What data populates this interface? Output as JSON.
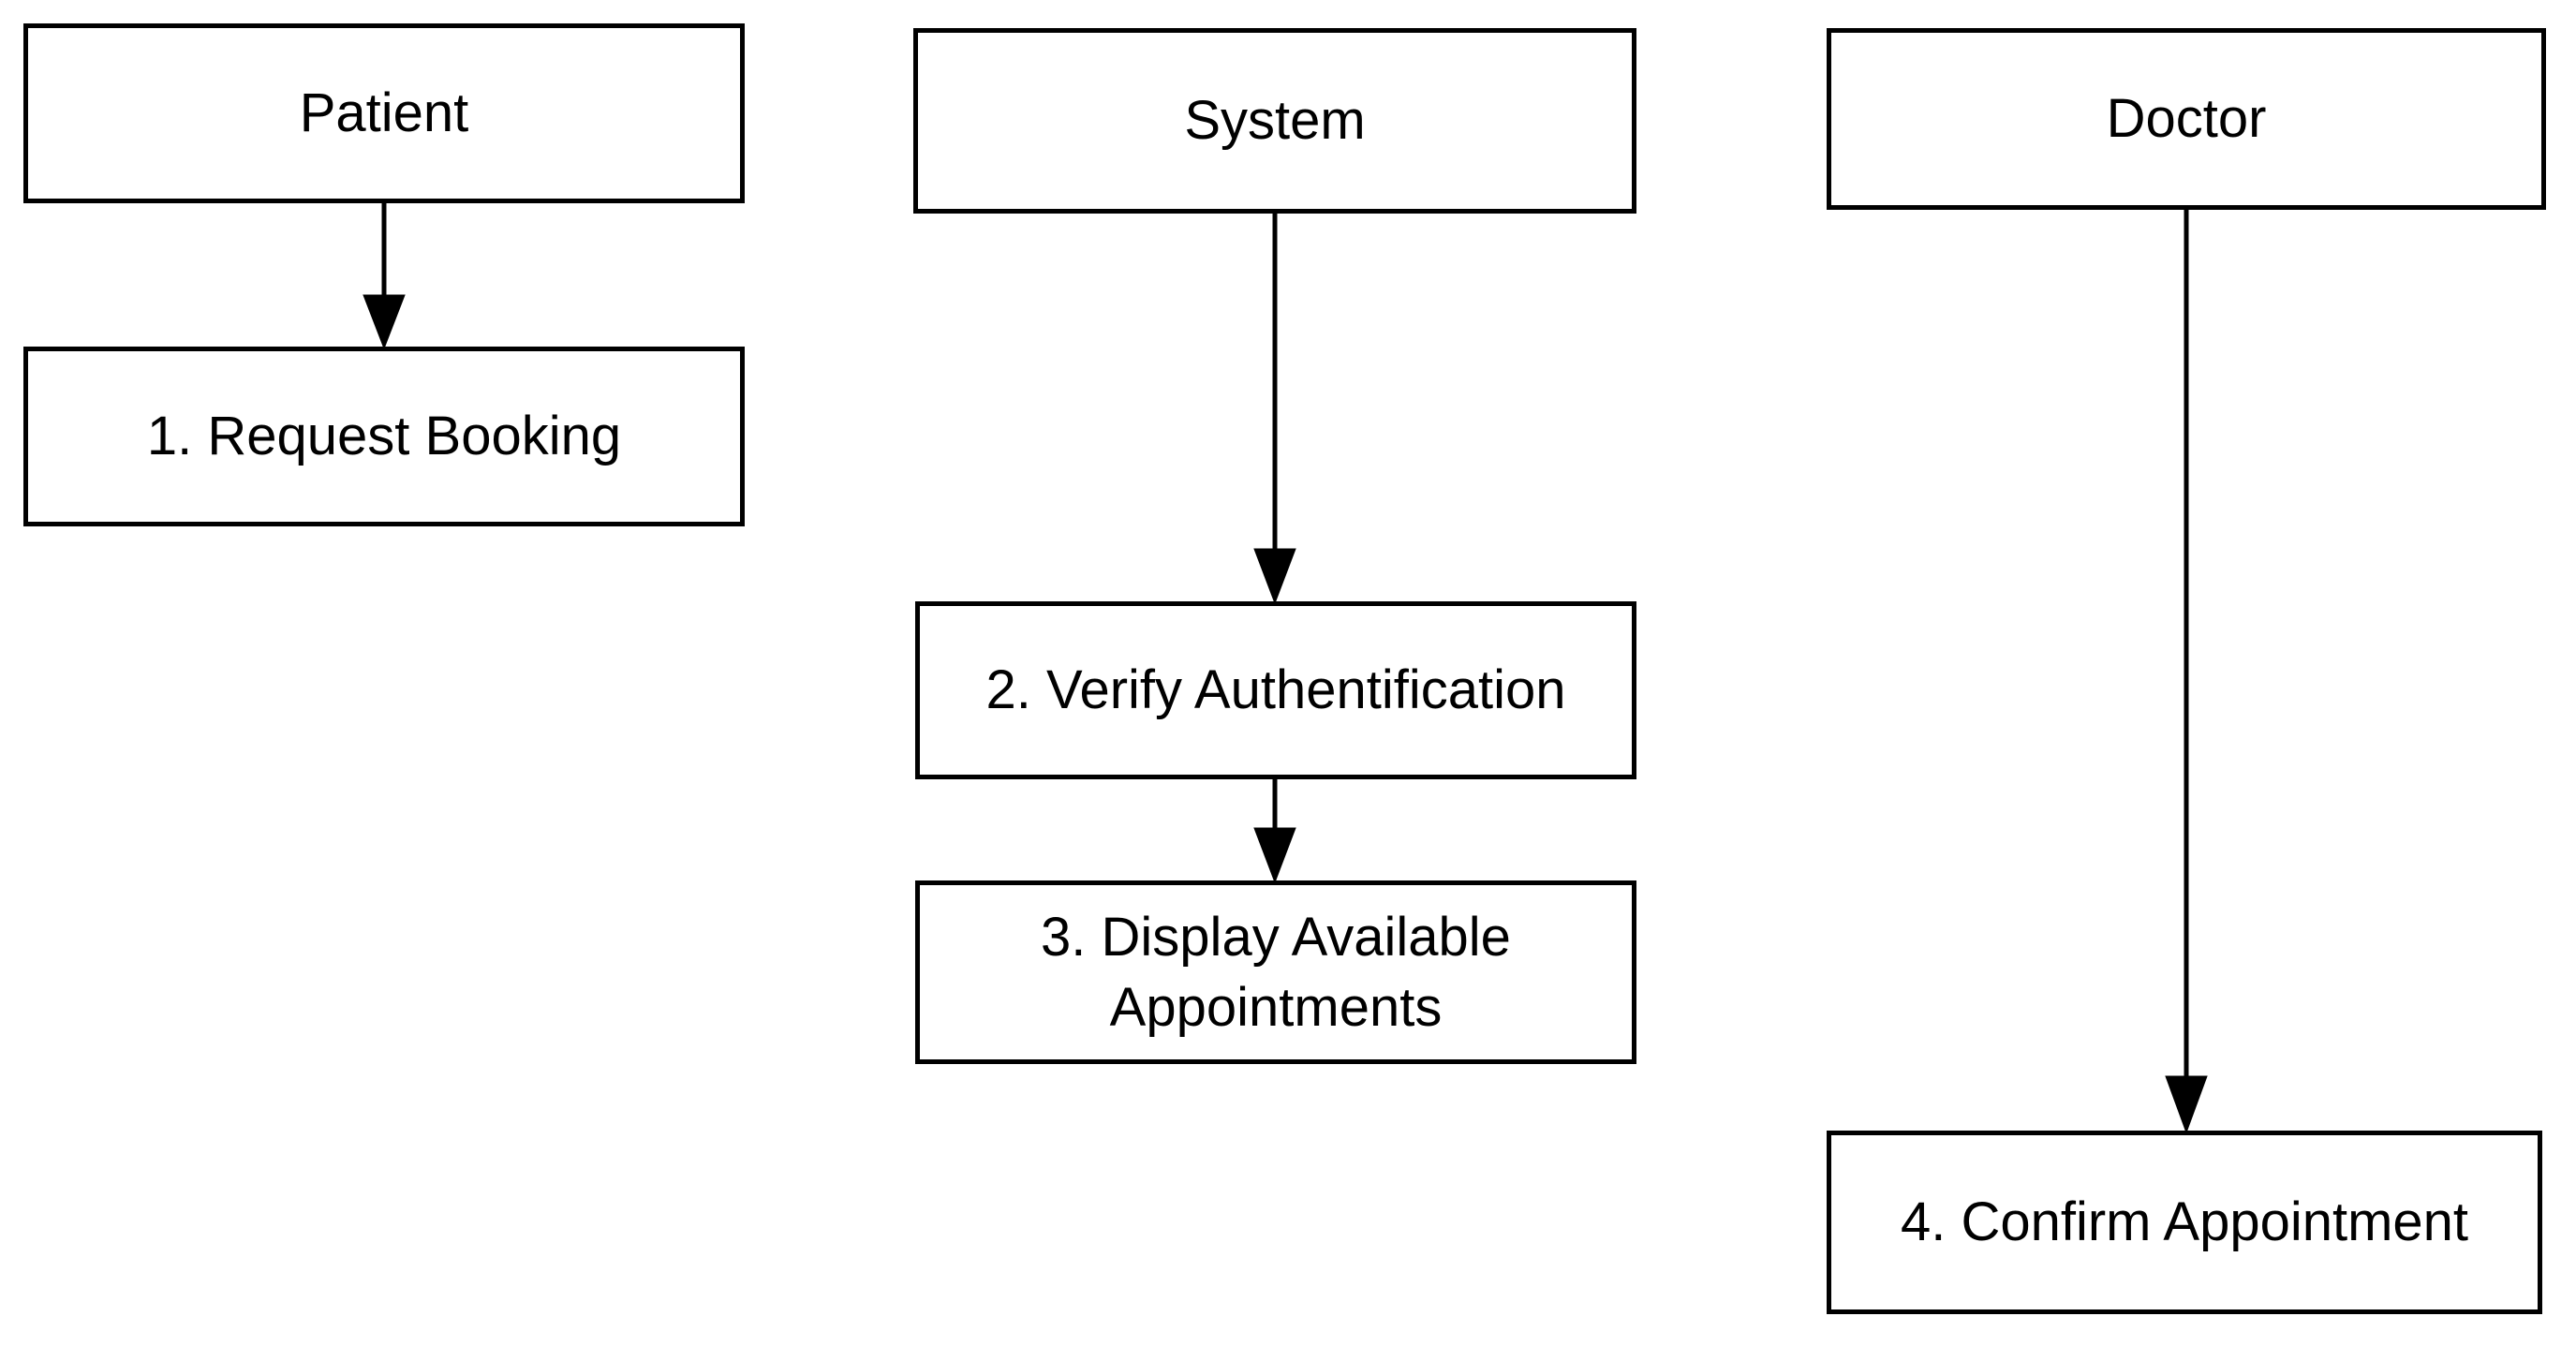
{
  "diagram": {
    "type": "flowchart",
    "colors": {
      "background": "#ffffff",
      "stroke": "#000000",
      "text": "#000000",
      "box_fill": "#ffffff"
    },
    "lanes": [
      {
        "id": "patient",
        "actor_label": "Patient",
        "steps": [
          {
            "label": "1. Request Booking"
          }
        ]
      },
      {
        "id": "system",
        "actor_label": "System",
        "steps": [
          {
            "label": "2. Verify Authentification"
          },
          {
            "label": "3. Display Available Appointments"
          }
        ]
      },
      {
        "id": "doctor",
        "actor_label": "Doctor",
        "steps": [
          {
            "label": "4. Confirm Appointment"
          }
        ]
      }
    ],
    "arrows": [
      {
        "from": "Patient",
        "to": "1. Request Booking"
      },
      {
        "from": "System",
        "to": "2. Verify Authentification"
      },
      {
        "from": "2. Verify Authentification",
        "to": "3. Display Available Appointments"
      },
      {
        "from": "Doctor",
        "to": "4. Confirm Appointment"
      }
    ]
  }
}
